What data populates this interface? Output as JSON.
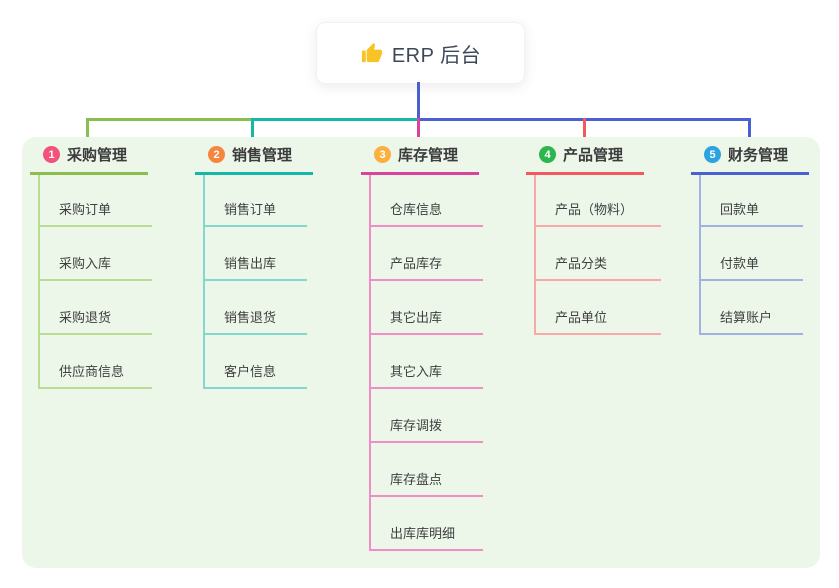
{
  "root": {
    "label": "ERP 后台",
    "icon": "thumbs-up-icon",
    "icon_color": "#f7c325"
  },
  "canvas": {
    "background": "#ffffff",
    "panel_background": "#ecf7ea",
    "root_card_background": "#ffffff",
    "text_color": "#3f3f3f"
  },
  "colors": {
    "green": "#8abf4f",
    "teal": "#14b8a8",
    "blue": "#4a5fd0",
    "magenta": "#d8449c",
    "red": "#f2595f"
  },
  "branches": [
    {
      "index": "1",
      "title": "采购管理",
      "badge_color": "#f3537b",
      "line_color": "#8abf4f",
      "light_line_color": "#b9dc95",
      "children": [
        "采购订单",
        "采购入库",
        "采购退货",
        "供应商信息"
      ]
    },
    {
      "index": "2",
      "title": "销售管理",
      "badge_color": "#f8853d",
      "line_color": "#14b8a8",
      "light_line_color": "#83d8cd",
      "children": [
        "销售订单",
        "销售出库",
        "销售退货",
        "客户信息"
      ]
    },
    {
      "index": "3",
      "title": "库存管理",
      "badge_color": "#fbaf3f",
      "line_color": "#d8449c",
      "light_line_color": "#f08cc6",
      "children": [
        "仓库信息",
        "产品库存",
        "其它出库",
        "其它入库",
        "库存调拨",
        "库存盘点",
        "出库库明细"
      ]
    },
    {
      "index": "4",
      "title": "产品管理",
      "badge_color": "#2db54e",
      "line_color": "#f2595f",
      "light_line_color": "#f9a8a8",
      "children": [
        "产品（物料）",
        "产品分类",
        "产品单位"
      ]
    },
    {
      "index": "5",
      "title": "财务管理",
      "badge_color": "#2aa3e0",
      "line_color": "#4a5fd0",
      "light_line_color": "#9fb3e3",
      "children": [
        "回款单",
        "付款单",
        "结算账户"
      ]
    }
  ]
}
